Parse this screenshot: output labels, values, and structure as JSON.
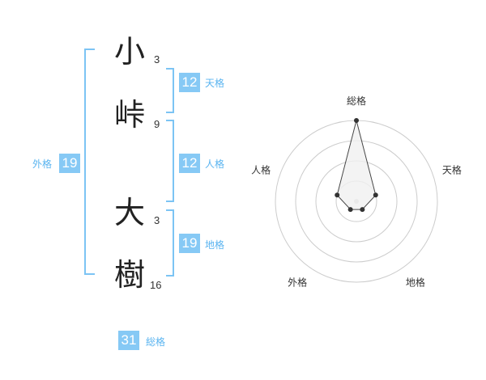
{
  "name_characters": [
    {
      "char": "小",
      "strokes": "3"
    },
    {
      "char": "峠",
      "strokes": "9"
    },
    {
      "char": "大",
      "strokes": "3"
    },
    {
      "char": "樹",
      "strokes": "16"
    }
  ],
  "fortunes": {
    "tenkaku": {
      "label": "天格",
      "value": "12"
    },
    "jinkaku": {
      "label": "人格",
      "value": "12"
    },
    "chikaku": {
      "label": "地格",
      "value": "19"
    },
    "gaikaku": {
      "label": "外格",
      "value": "19"
    },
    "soukaku": {
      "label": "総格",
      "value": "31"
    }
  },
  "colors": {
    "accent": "#86c9f5",
    "bracket": "#7cc4f4",
    "label": "#5ab4f0",
    "radar_grid": "#cccccc",
    "radar_fill": "#f0f0f0",
    "radar_stroke": "#444444"
  },
  "chart_data": {
    "type": "radar",
    "axes": [
      "総格",
      "天格",
      "地格",
      "外格",
      "人格"
    ],
    "rings": 4,
    "max": 4,
    "values": [
      4,
      1,
      0.5,
      0.5,
      1
    ]
  }
}
